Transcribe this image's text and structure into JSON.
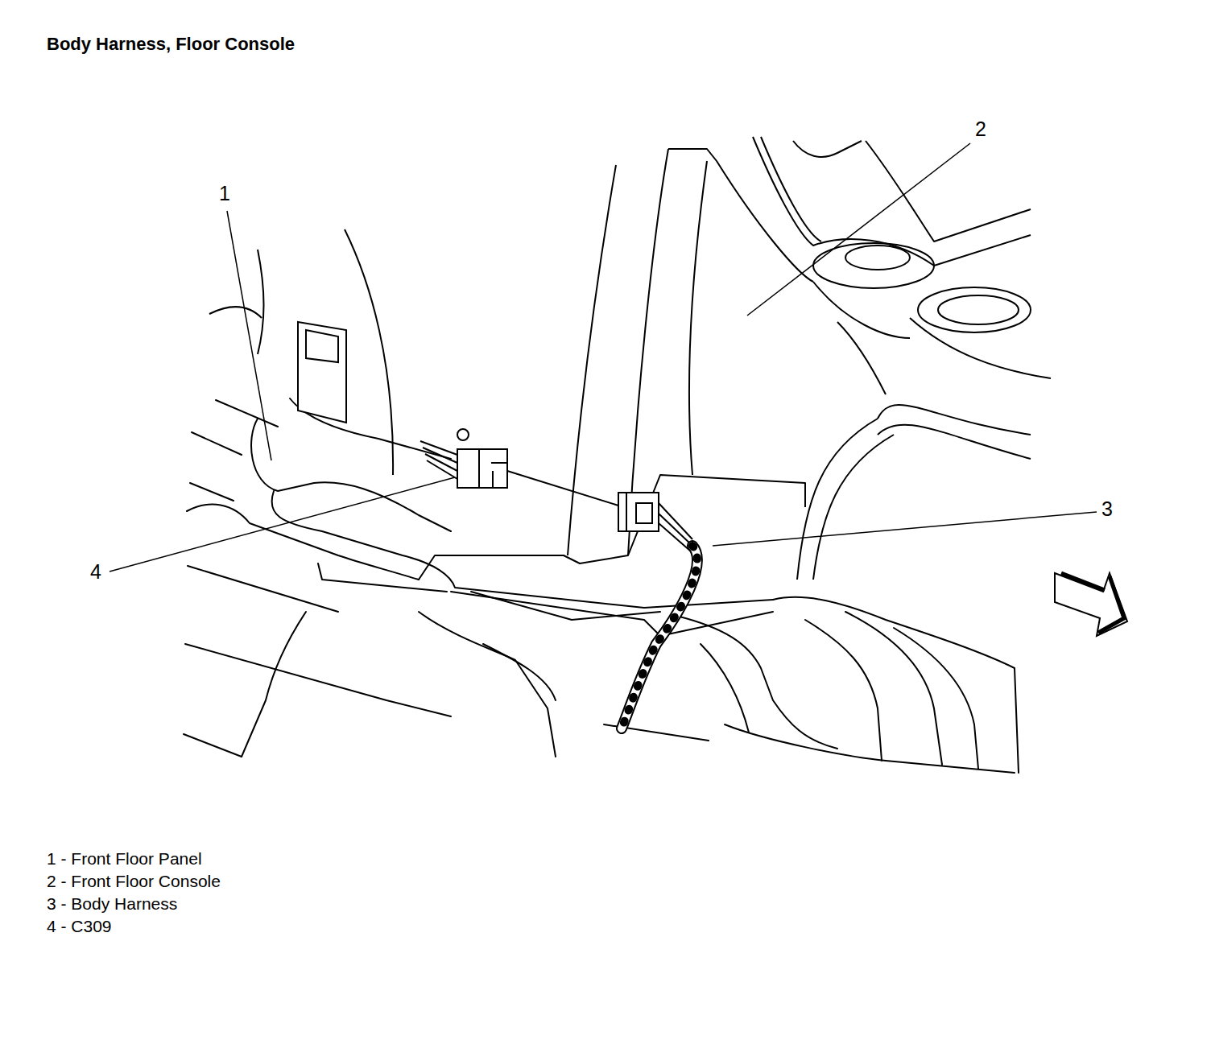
{
  "diagram": {
    "title": "Body Harness, Floor Console",
    "labels": [
      "1",
      "2",
      "3",
      "4",
      "1 - Front Floor Panel",
      "2 - Front Floor Console",
      "3 - Body Harness",
      "4 - C309"
    ]
  }
}
